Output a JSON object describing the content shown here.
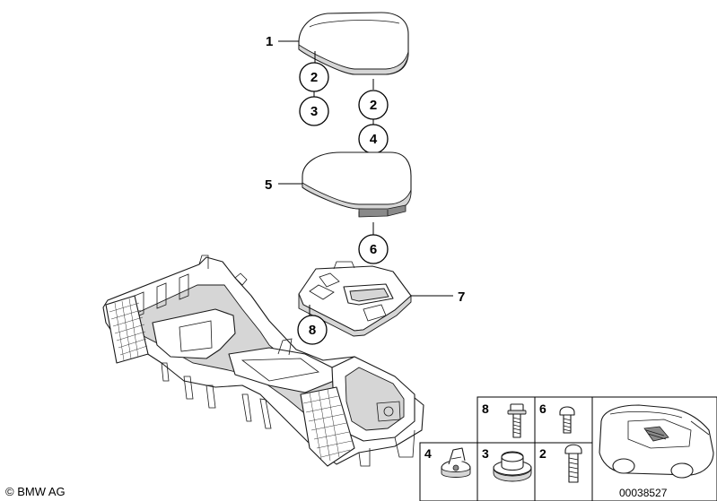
{
  "footer": {
    "copyright": "© BMW AG",
    "doc_number": "00038527"
  },
  "callouts": {
    "c2_left": "2",
    "c3_left": "3",
    "c2_right": "2",
    "c4_right": "4",
    "c6": "6",
    "c8": "8"
  },
  "labels": {
    "l1": "1",
    "l5": "5",
    "l7": "7"
  },
  "grid_cells": {
    "g8": "8",
    "g6": "6",
    "g4": "4",
    "g3": "3",
    "g2": "2"
  }
}
